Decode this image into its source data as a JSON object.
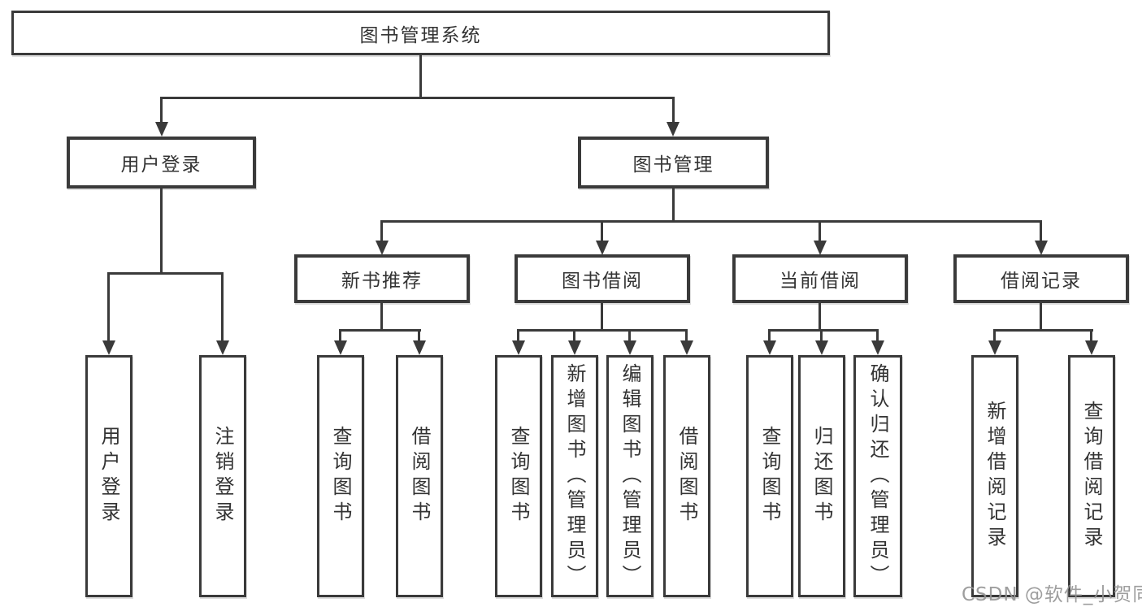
{
  "tree": {
    "root": {
      "label": "图书管理系统"
    },
    "branch_user": {
      "label": "用户登录",
      "children": [
        {
          "label": "用户登录"
        },
        {
          "label": "注销登录"
        }
      ]
    },
    "branch_books": {
      "label": "图书管理",
      "sections": [
        {
          "label": "新书推荐",
          "children": [
            {
              "label": "查询图书"
            },
            {
              "label": "借阅图书"
            }
          ]
        },
        {
          "label": "图书借阅",
          "children": [
            {
              "label": "查询图书"
            },
            {
              "label": "新增图书（管理员）"
            },
            {
              "label": "编辑图书（管理员）"
            },
            {
              "label": "借阅图书"
            }
          ]
        },
        {
          "label": "当前借阅",
          "children": [
            {
              "label": "查询图书"
            },
            {
              "label": "归还图书"
            },
            {
              "label": "确认归还（管理员）"
            }
          ]
        },
        {
          "label": "借阅记录",
          "children": [
            {
              "label": "新增借阅记录"
            },
            {
              "label": "查询借阅记录"
            }
          ]
        }
      ]
    }
  },
  "watermark": {
    "text": "CSDN @软件_小贺同学"
  },
  "colors": {
    "line": "#3a3a3a",
    "text": "#333333",
    "watermark": "#949494",
    "background": "#ffffff"
  }
}
